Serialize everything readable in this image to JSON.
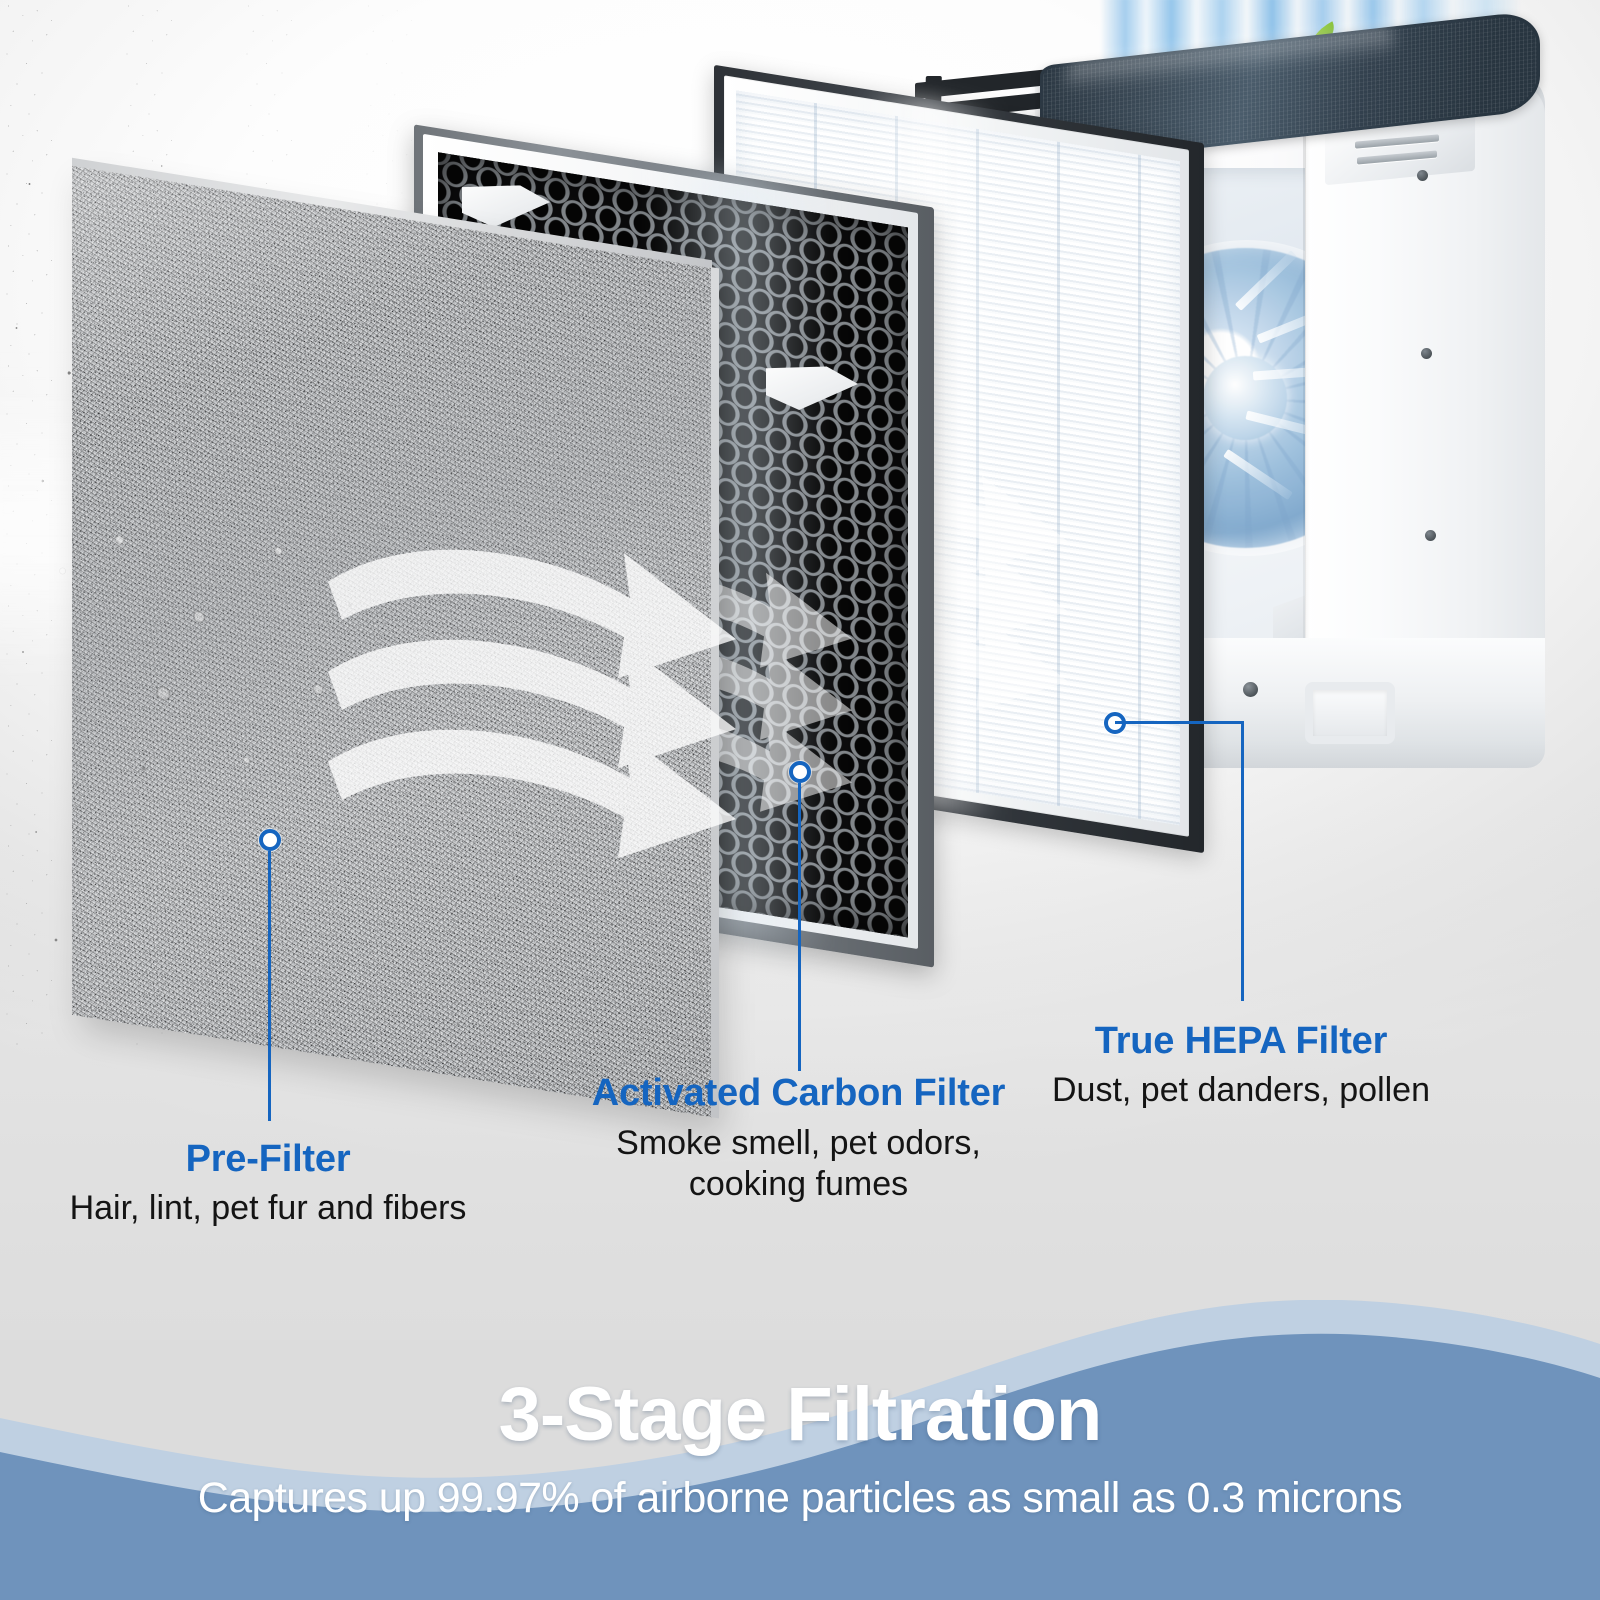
{
  "callouts": [
    {
      "id": "pre-filter",
      "title": "Pre-Filter",
      "desc": "Hair, lint, pet fur and fibers"
    },
    {
      "id": "activated-carbon-filter",
      "title": "Activated Carbon Filter",
      "desc_line1": "Smoke smell, pet odors,",
      "desc_line2": "cooking fumes"
    },
    {
      "id": "true-hepa-filter",
      "title": "True HEPA Filter",
      "desc": "Dust, pet danders, pollen"
    }
  ],
  "banner": {
    "title": "3-Stage Filtration",
    "subtitle": "Captures up 99.97% of airborne particles as small as 0.3 microns"
  },
  "colors": {
    "accent_blue": "#1565C0",
    "banner_blue": "#6F93BC",
    "banner_blue_light": "#BFD0E2",
    "leaf_green": "#8CC63F",
    "background_light": "#FFFFFF",
    "background_gray": "#DCDCDC"
  },
  "icons": {
    "callout_dot": "callout-dot-icon",
    "airflow_arrow": "airflow-arrow-icon",
    "leaf": "leaf-icon"
  }
}
